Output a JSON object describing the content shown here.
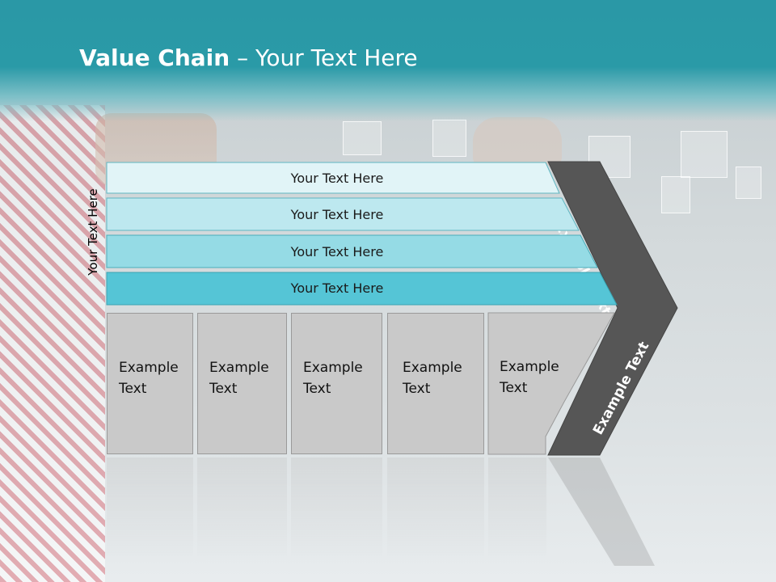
{
  "slide": {
    "title_bold": "Value Chain",
    "title_rest": " – Your Text Here",
    "side_label": "Your Text Here",
    "bars": [
      {
        "label": "Your Text Here",
        "color": "#e1f4f7"
      },
      {
        "label": "Your Text Here",
        "color": "#bde8ef"
      },
      {
        "label": "Your Text Here",
        "color": "#95dbe5"
      },
      {
        "label": "Your Text Here",
        "color": "#55c5d6"
      }
    ],
    "boxes": [
      {
        "line1": "Example",
        "line2": "Text"
      },
      {
        "line1": "Example",
        "line2": "Text"
      },
      {
        "line1": "Example",
        "line2": "Text"
      },
      {
        "line1": "Example",
        "line2": "Text"
      },
      {
        "line1": "Example",
        "line2": "Text"
      }
    ],
    "chevron_top": "Example Text",
    "chevron_bottom": "Example Text",
    "colors": {
      "header": "#2a98a6",
      "chevron": "#555555",
      "box": "#c9c9c9"
    }
  }
}
